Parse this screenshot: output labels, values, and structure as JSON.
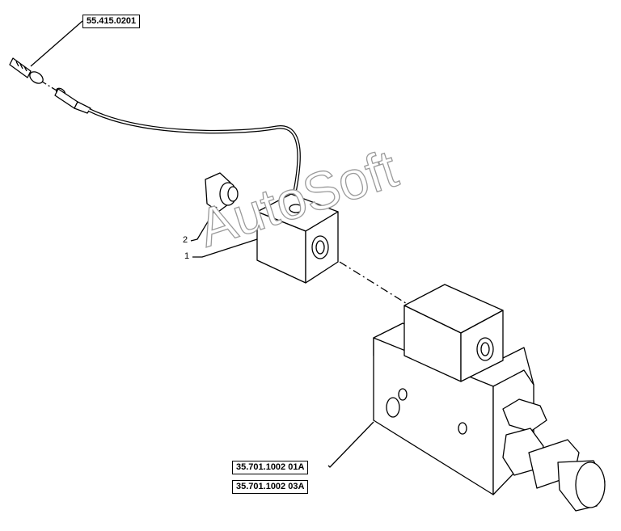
{
  "references": {
    "top": "55.415.0201",
    "bottom_1": "35.701.1002 01A",
    "bottom_2": "35.701.1002 03A"
  },
  "callouts": [
    "2",
    "1"
  ],
  "watermark": "AutoSoft"
}
